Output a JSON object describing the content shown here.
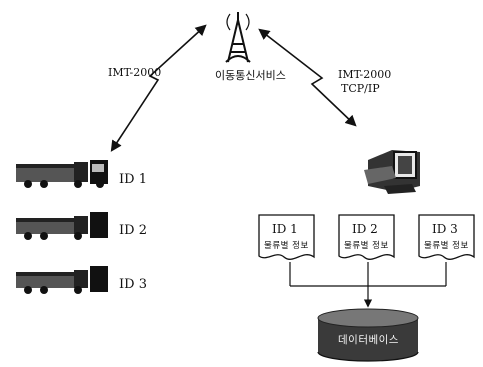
{
  "tower": {
    "label": "이동통신서비스",
    "icon": "radio-tower-icon"
  },
  "links": {
    "left_label": "IMT-2000",
    "right_label_line1": "IMT-2000",
    "right_label_line2": "TCP/IP"
  },
  "vehicles": [
    {
      "id": "ID 1",
      "icon": "truck-icon"
    },
    {
      "id": "ID 2",
      "icon": "truck-icon"
    },
    {
      "id": "ID 3",
      "icon": "truck-icon"
    }
  ],
  "server": {
    "icon": "computer-workstation-icon"
  },
  "documents": [
    {
      "id": "ID 1",
      "info": "물류별 정보"
    },
    {
      "id": "ID 2",
      "info": "물류별 정보"
    },
    {
      "id": "ID 3",
      "info": "물류별 정보"
    }
  ],
  "database": {
    "label": "데이터베이스",
    "icon": "database-cylinder-icon"
  },
  "colors": {
    "ink": "#111111",
    "db_fill": "#3a3a3a",
    "db_top": "#777777"
  }
}
